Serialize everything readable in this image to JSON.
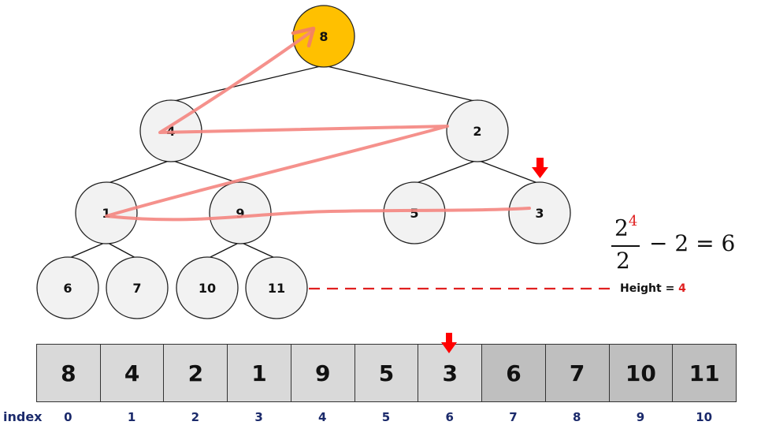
{
  "tree": {
    "nodes": [
      {
        "id": "root",
        "value": "8",
        "highlight": true
      },
      {
        "id": "n4",
        "value": "4"
      },
      {
        "id": "n2",
        "value": "2"
      },
      {
        "id": "n1",
        "value": "1"
      },
      {
        "id": "n9",
        "value": "9"
      },
      {
        "id": "n5",
        "value": "5"
      },
      {
        "id": "n3",
        "value": "3"
      },
      {
        "id": "n6",
        "value": "6"
      },
      {
        "id": "n7",
        "value": "7"
      },
      {
        "id": "n10",
        "value": "10"
      },
      {
        "id": "n11",
        "value": "11"
      }
    ],
    "edges": [
      [
        "root",
        "n4"
      ],
      [
        "root",
        "n2"
      ],
      [
        "n4",
        "n1"
      ],
      [
        "n4",
        "n9"
      ],
      [
        "n2",
        "n5"
      ],
      [
        "n2",
        "n3"
      ],
      [
        "n1",
        "n6"
      ],
      [
        "n1",
        "n7"
      ],
      [
        "n9",
        "n10"
      ],
      [
        "n9",
        "n11"
      ]
    ],
    "traversal_path": [
      "n3",
      "n9",
      "n1",
      "n2",
      "n4",
      "root"
    ],
    "marked_node": "n3"
  },
  "formula": {
    "base": "2",
    "exponent": "4",
    "denominator": "2",
    "rest": "− 2 = 6"
  },
  "height_label": {
    "text": "Height =",
    "value": "4"
  },
  "array": {
    "index_label": "index",
    "cells": [
      {
        "value": "8",
        "index": "0",
        "shade": "light"
      },
      {
        "value": "4",
        "index": "1",
        "shade": "light"
      },
      {
        "value": "2",
        "index": "2",
        "shade": "light"
      },
      {
        "value": "1",
        "index": "3",
        "shade": "light"
      },
      {
        "value": "9",
        "index": "4",
        "shade": "light"
      },
      {
        "value": "5",
        "index": "5",
        "shade": "light"
      },
      {
        "value": "3",
        "index": "6",
        "shade": "light"
      },
      {
        "value": "6",
        "index": "7",
        "shade": "dark"
      },
      {
        "value": "7",
        "index": "8",
        "shade": "dark"
      },
      {
        "value": "10",
        "index": "9",
        "shade": "dark"
      },
      {
        "value": "11",
        "index": "10",
        "shade": "dark"
      }
    ],
    "marked_index": "6"
  },
  "colors": {
    "root_fill": "#ffc000",
    "node_fill": "#f2f2f2",
    "cell_light": "#d9d9d9",
    "cell_dark": "#bfbfbf",
    "path": "#f08080",
    "marker": "#ff0000",
    "index_text": "#1b2a6b"
  }
}
